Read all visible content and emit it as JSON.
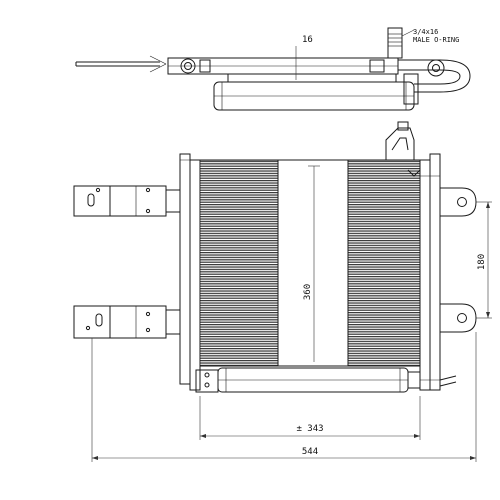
{
  "labels": {
    "tube_width": "16",
    "fitting_spec_line1": "3/4x16",
    "fitting_spec_line2": "MALE O-RING",
    "core_height": "360",
    "bracket_spacing": "180",
    "core_width": "± 343",
    "overall_width": "544"
  },
  "colors": {
    "line": "#1a1a1a",
    "fin": "#444444",
    "background": "#ffffff"
  }
}
